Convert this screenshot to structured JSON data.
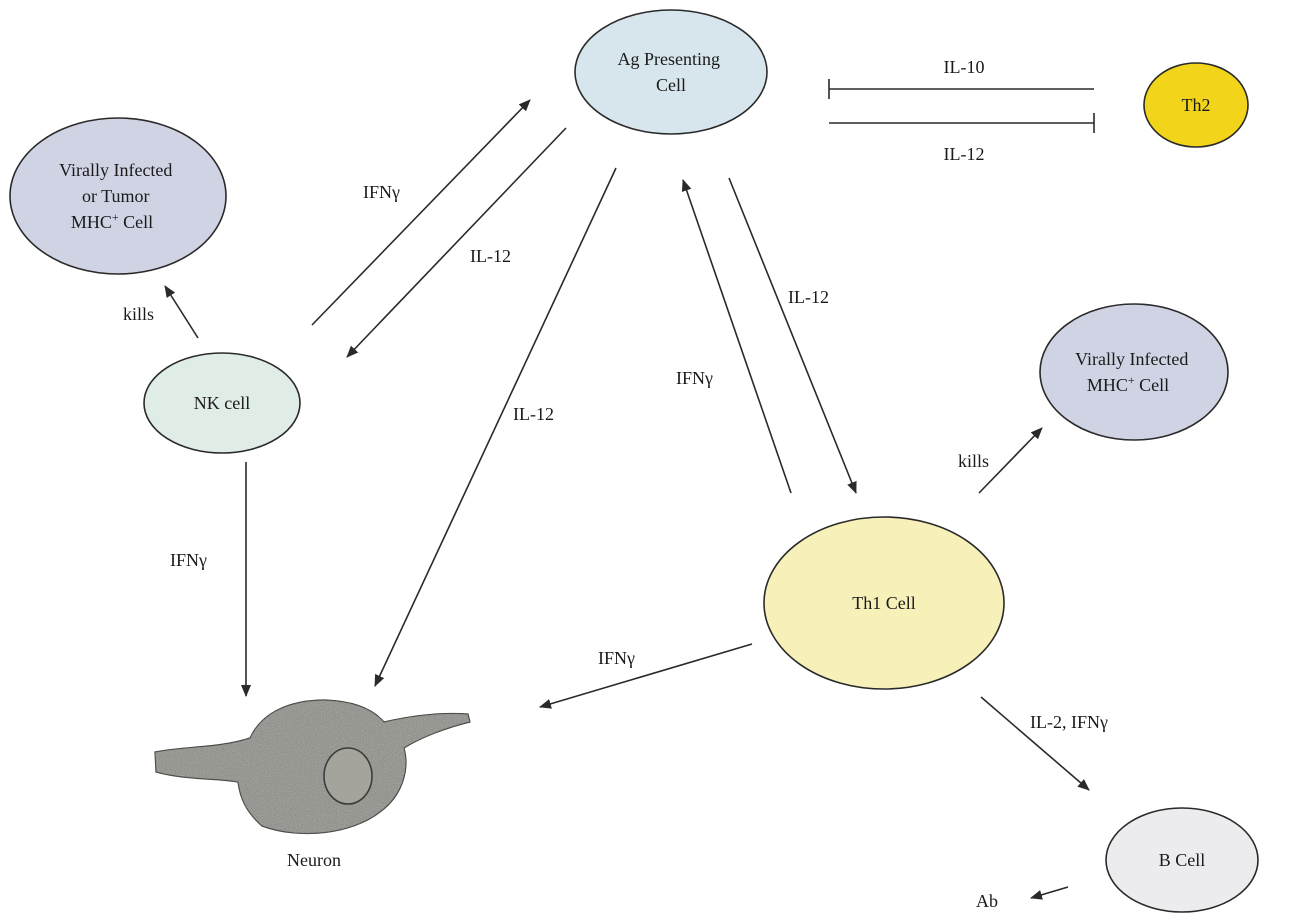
{
  "colors": {
    "apc": "#d6e6ec",
    "th2": "#f2d41a",
    "virally_infected_tumor": "#cfd3e4",
    "virally_infected": "#cfd3e4",
    "nk": "#e0ece6",
    "th1": "#f7f0b8",
    "bcell": "#ecebee",
    "line": "#2a2a2a",
    "neuron_body": "#8a8a84",
    "neuron_nucleus": "#a4a49c"
  },
  "nodes": {
    "apc": {
      "line1": "Ag Presenting",
      "line2": "Cell"
    },
    "th2": {
      "label": "Th2"
    },
    "virally_infected_tumor": {
      "line1": "Virally Infected",
      "line2": "or Tumor",
      "line3": "MHC",
      "line3_sup": "+",
      "line3_rest": " Cell"
    },
    "nk": {
      "label": "NK cell"
    },
    "virally_infected": {
      "line1": "Virally Infected",
      "line2": "MHC",
      "line2_sup": "+",
      "line2_rest": " Cell"
    },
    "th1": {
      "label": "Th1 Cell"
    },
    "bcell": {
      "label": "B Cell"
    },
    "neuron": {
      "label": "Neuron"
    },
    "ab": {
      "label": "Ab"
    }
  },
  "edges": {
    "il10_th2_to_apc": "IL-10",
    "il12_apc_to_th2": "IL-12",
    "ifng_nk_to_apc": "IFNγ",
    "il12_apc_to_nk": "IL-12",
    "kills_nk": "kills",
    "il12_apc_to_neuron": "IL-12",
    "ifng_th1_to_apc": "IFNγ",
    "il12_apc_to_th1": "IL-12",
    "kills_th1": "kills",
    "ifng_nk_to_neuron": "IFNγ",
    "ifng_th1_to_neuron": "IFNγ",
    "il2_ifng_th1_to_bcell": "IL-2, IFNγ"
  }
}
